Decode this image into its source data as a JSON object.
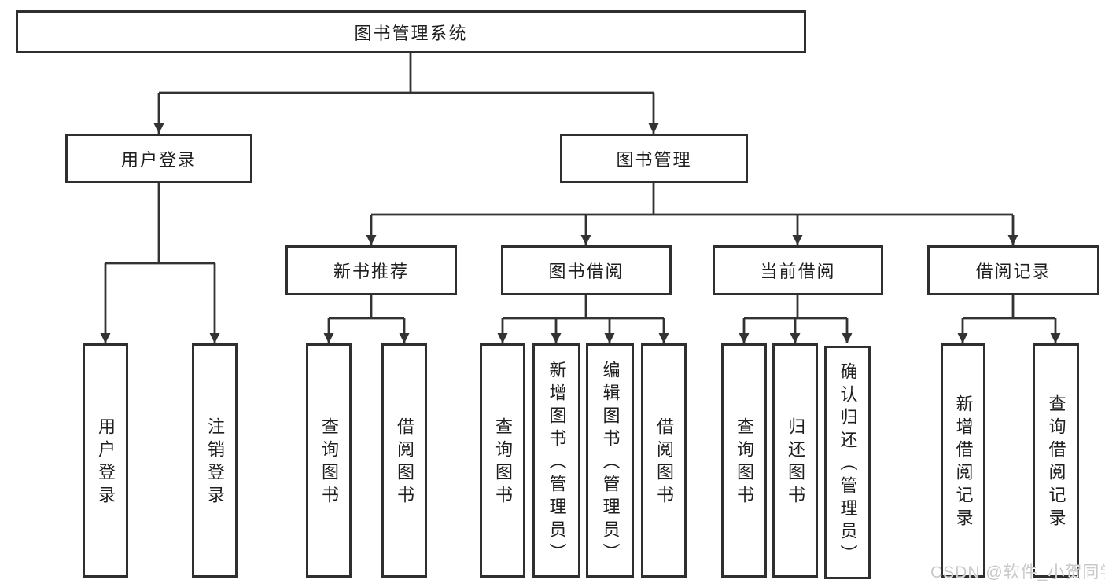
{
  "diagram": {
    "root": {
      "label": "图书管理系统"
    },
    "branches": [
      {
        "label": "用户登录",
        "children": [
          {
            "label": "用户登录"
          },
          {
            "label": "注销登录"
          }
        ]
      },
      {
        "label": "图书管理",
        "children": [
          {
            "label": "新书推荐",
            "children": [
              {
                "label": "查询图书"
              },
              {
                "label": "借阅图书"
              }
            ]
          },
          {
            "label": "图书借阅",
            "children": [
              {
                "label": "查询图书"
              },
              {
                "label": "新增图书（管理员）"
              },
              {
                "label": "编辑图书（管理员）"
              },
              {
                "label": "借阅图书"
              }
            ]
          },
          {
            "label": "当前借阅",
            "children": [
              {
                "label": "查询图书"
              },
              {
                "label": "归还图书"
              },
              {
                "label": "确认归还（管理员）"
              }
            ]
          },
          {
            "label": "借阅记录",
            "children": [
              {
                "label": "新增借阅记录"
              },
              {
                "label": "查询借阅记录"
              }
            ]
          }
        ]
      }
    ]
  },
  "watermark": {
    "text": "CSDN @软件_小贺同学"
  },
  "colors": {
    "background": "#ffffff",
    "line": "#333333",
    "box_border": "#2f2f2f",
    "text": "#1f1f1f",
    "watermark": "#c9c9c9"
  }
}
